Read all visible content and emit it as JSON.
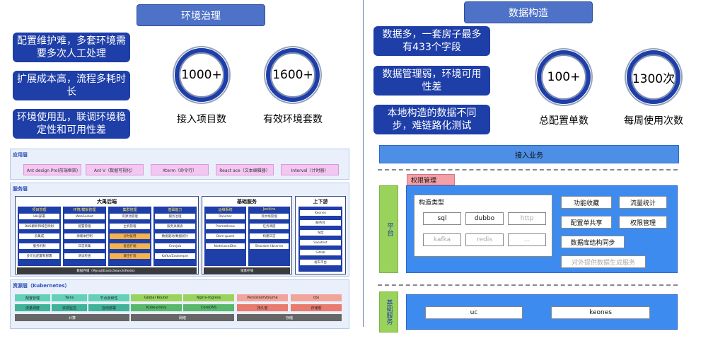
{
  "left": {
    "title": "环境治理",
    "problems": [
      "配置维护难，多套环境需要多次人工处理",
      "扩展成本高，流程多耗时长",
      "环境使用乱，联调环境稳定性和可用性差"
    ],
    "stats": [
      {
        "value": "1000+",
        "label": "接入项目数"
      },
      {
        "value": "1600+",
        "label": "有效环境套数"
      }
    ],
    "arch": {
      "app_layer": {
        "title": "应用层",
        "items": [
          "Ant design Pro(前端框架)",
          "Ant V（数据可视化）",
          "Xterm（命令行）",
          "React ace（文本编辑器）",
          "Interval（计时器）"
        ]
      },
      "service_layer": {
        "title": "服务层",
        "backend": {
          "title": "大禹后端",
          "columns": [
            {
              "title": "项目管理",
              "cells": [
                "k8s部署",
                "DNS解析和域名映射",
                "云集成",
                "服务机制",
                "多元化配置和部署"
              ]
            },
            {
              "title": "环境/模板管理",
              "cells": [
                "WebSocket",
                "配置管理",
                "源版本控制",
                "日志采集",
                "测试检查"
              ]
            },
            {
              "title": "集群管理",
              "cells": [
                "资源池管理",
                "主机管理",
                "分时复用",
                "垂直扩缩",
                "最佳扩容"
              ]
            },
            {
              "title": "基础能力",
              "cells": [
                "服务治理",
                "服务关联表",
                "数据驱动/数据统计",
                "CronJob",
                "Kafka/Zookeeper"
              ]
            }
          ],
          "footer": "数据存储（Mysql/ElasticSearch/Redis）"
        },
        "base": {
          "title": "基础服务",
          "columns": [
            {
              "title": "运维系统",
              "cells": [
                "Rancher",
                "Prometheus",
                "Dam-guard",
                "NodeLocalDns"
              ]
            },
            {
              "title": "Jenkins",
              "cells": [
                "流水线管理",
                "任务调度",
                "构建日志",
                "Sharable libraries"
              ]
            }
          ],
          "footer": "镜像存储"
        },
        "upstream": {
          "title": "上下游",
          "cells": [
            "Keones",
            "服务台",
            "深度",
            "Saoxtest",
            "Gitlab",
            "发布平台"
          ]
        }
      },
      "resource_layer": {
        "title": "资源层（Kubernetes）",
        "row1": [
          "配置管理",
          "Tains",
          "节点亲和性",
          "Global Router",
          "Nginx-Ingress",
          "PersistentVolume",
          "cbs"
        ],
        "row2": [
          "流量调度",
          "资源监控",
          "自动部署",
          "Kube-proxy",
          "CoreDNS",
          "持久卷",
          "存储卷"
        ],
        "row3": [
          "计算",
          "网络",
          "存储"
        ]
      }
    }
  },
  "right": {
    "title": "数据构造",
    "problems": [
      "数据多，一套房子最多有433个字段",
      "数据管理弱，环境可用性差",
      "本地构造的数据不同步，难链路化测试"
    ],
    "stats": [
      {
        "value": "100+",
        "label": "总配置单数"
      },
      {
        "value": "1300次",
        "label": "每周使用次数"
      }
    ],
    "platform": {
      "access": "接入业务",
      "platform_label": "平台",
      "perm_tab": "权限管理",
      "types_title": "构造类型",
      "types": [
        "sql",
        "dubbo",
        "http",
        "kafka",
        "redis",
        "..."
      ],
      "features": [
        "功能收藏",
        "流量统计",
        "配置单共享",
        "权限管理",
        "数据库结构同步",
        "对外提供数据生成服务"
      ],
      "base_label": "基础服务",
      "base_items": [
        "uc",
        "keones"
      ]
    }
  },
  "colors": {
    "primary": "#1e3ea8",
    "pill": "#4d72c7",
    "platform": "#3e8bf0",
    "green": "#9ad35b",
    "pink": "#f4c6f2"
  }
}
